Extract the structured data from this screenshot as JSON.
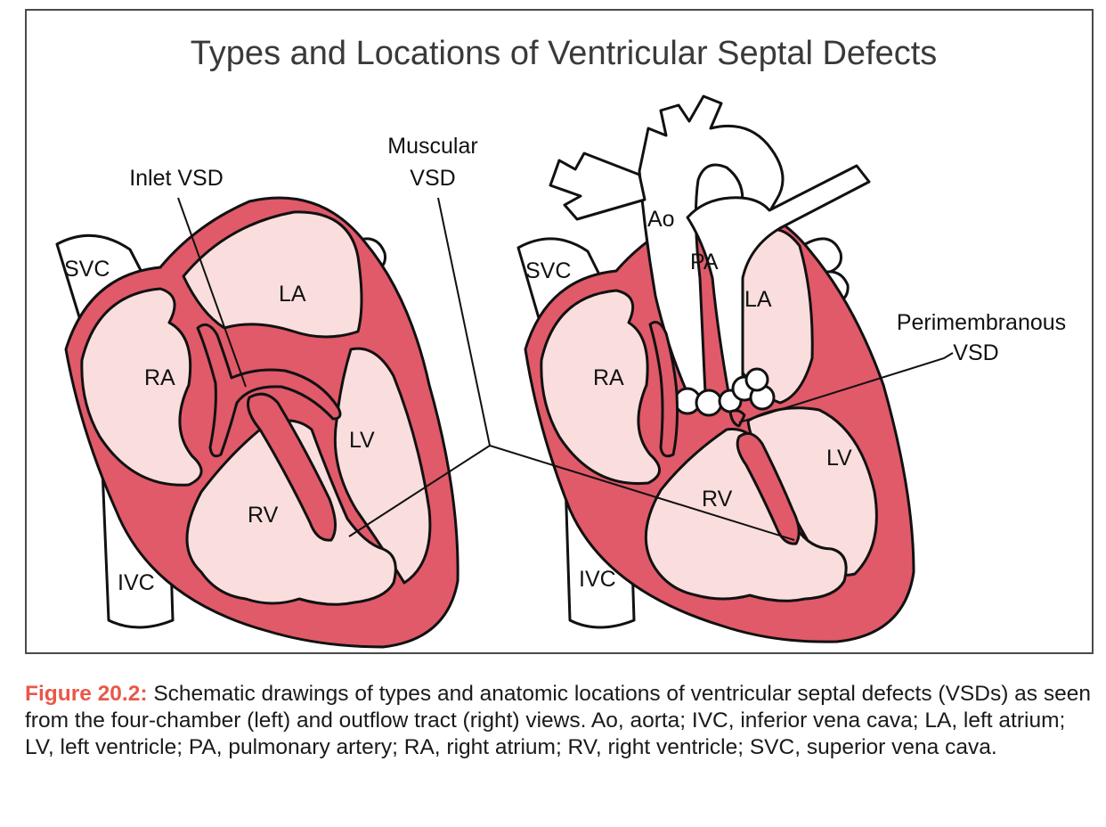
{
  "title": "Types and Locations of Ventricular Septal Defects",
  "left_view": {
    "labels": {
      "svc": "SVC",
      "ivc": "IVC",
      "ra": "RA",
      "la": "LA",
      "rv": "RV",
      "lv": "LV"
    },
    "callout": "Inlet VSD"
  },
  "shared_callout": {
    "line1": "Muscular",
    "line2": "VSD"
  },
  "right_view": {
    "labels": {
      "svc": "SVC",
      "ivc": "IVC",
      "ra": "RA",
      "la": "LA",
      "rv": "RV",
      "lv": "LV",
      "ao": "Ao",
      "pa": "PA"
    },
    "callout": {
      "line1": "Perimembranous",
      "line2": "VSD"
    }
  },
  "caption": {
    "label": "Figure 20.2:",
    "text": " Schematic drawings of types and anatomic locations of ventricular septal defects (VSDs) as seen from the four-chamber (left) and outflow tract (right) views. Ao, aorta; IVC, inferior vena cava; LA, left atrium; LV, left ventricle; PA, pulmonary artery; RA, right atrium; RV, right ventricle; SVC, superior vena cava."
  },
  "colors": {
    "muscle": "#e05a6a",
    "chamber": "#f9dedd",
    "caption_label": "#e8584a"
  }
}
